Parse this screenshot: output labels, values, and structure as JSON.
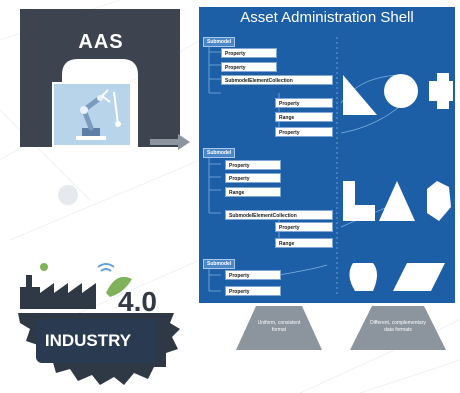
{
  "aas": {
    "label": "AAS"
  },
  "shell": {
    "title": "Asset Administration Shell",
    "submodels": [
      {
        "tag": "Submodel",
        "elements": [
          {
            "label": "Property"
          },
          {
            "label": "Property"
          },
          {
            "label": "SubmodelElementCollection"
          },
          {
            "label": "Property"
          },
          {
            "label": "Range"
          },
          {
            "label": "Property"
          }
        ]
      },
      {
        "tag": "Submodel",
        "elements": [
          {
            "label": "Property"
          },
          {
            "label": "Property"
          },
          {
            "label": "Range"
          },
          {
            "label": "SubmodelElementCollection"
          },
          {
            "label": "Property"
          },
          {
            "label": "Range"
          }
        ]
      },
      {
        "tag": "Submodel",
        "elements": [
          {
            "label": "Property"
          },
          {
            "label": "Property"
          }
        ]
      }
    ]
  },
  "captions": {
    "left_line1": "Uniform, consistent",
    "left_line2": "format",
    "right_line1": "Different, complementary",
    "right_line2": "data formats"
  },
  "industry": {
    "number": "4.0",
    "label": "INDUSTRY"
  },
  "colors": {
    "shell_blue": "#1d5fa6",
    "arch_dark": "#3d4450",
    "asset_light": "#b8d4ea",
    "trap_gray": "#8c949e"
  }
}
